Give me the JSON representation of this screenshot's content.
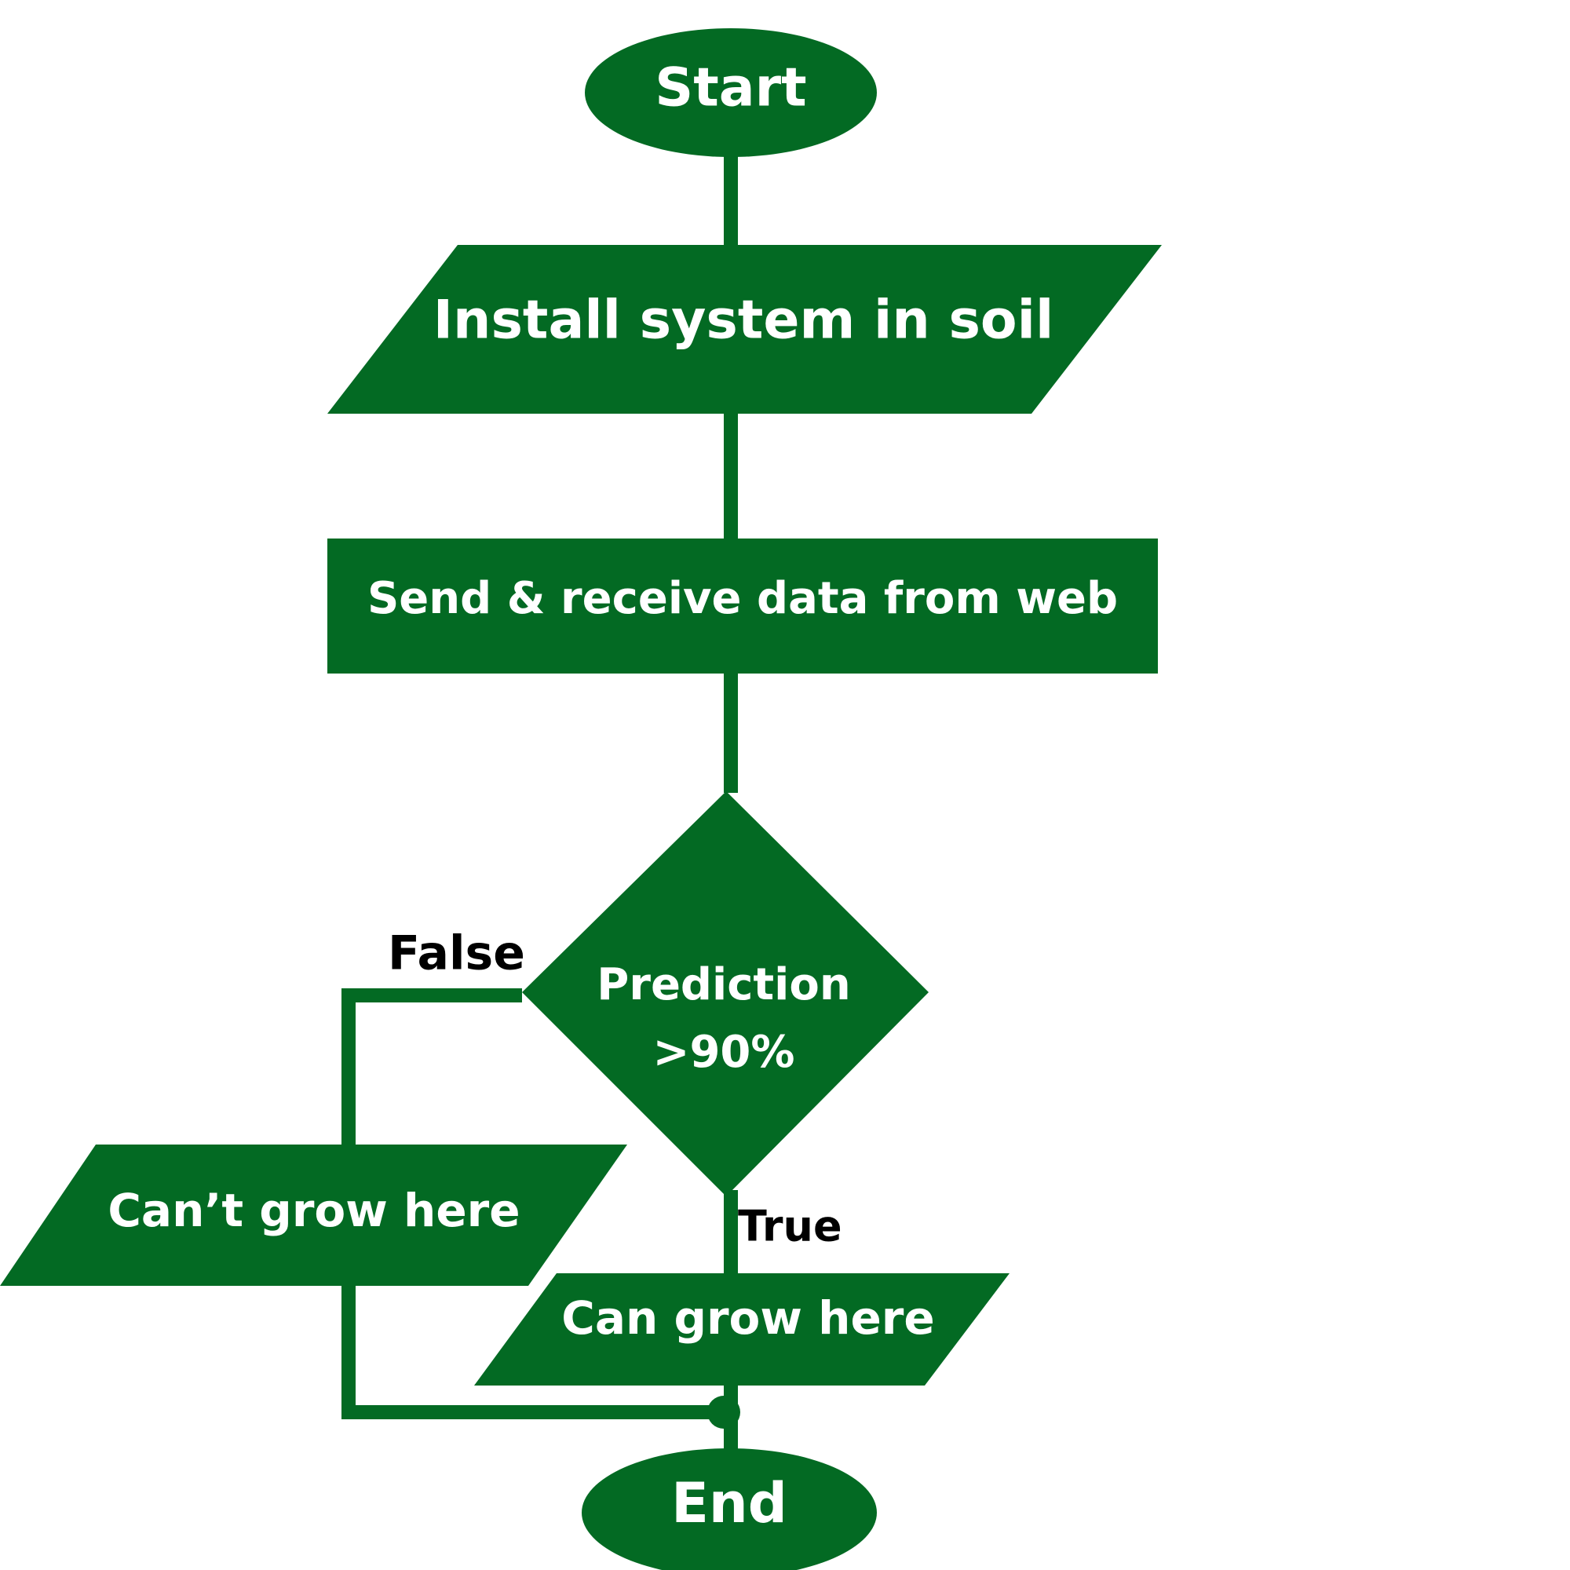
{
  "nodes": {
    "start": "Start",
    "install": "Install system in soil",
    "send_receive": "Send & receive data from web",
    "decision_line1": "Prediction",
    "decision_line2": ">90%",
    "cant_grow": "Can’t grow here",
    "can_grow": "Can grow here",
    "end": "End"
  },
  "branches": {
    "false_label": "False",
    "true_label": "True"
  },
  "colors": {
    "shape_fill": "#036a23",
    "node_text": "#ffffff",
    "branch_text": "#000000",
    "background": "#ffffff"
  }
}
